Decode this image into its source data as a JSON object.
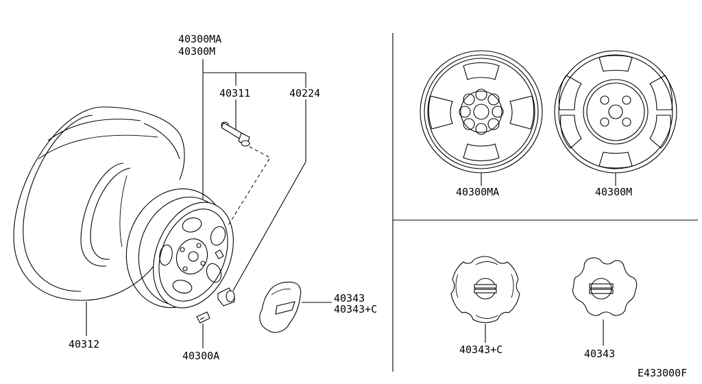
{
  "labels": {
    "p40300MA_top": "40300MA",
    "p40300M_top": "40300M",
    "p40311": "40311",
    "p40224": "40224",
    "p40312": "40312",
    "p40300A": "40300A",
    "p40343_left": "40343",
    "p40343C_left": "40343+C",
    "p40300MA_view": "40300MA",
    "p40300M_view": "40300M",
    "p40343C_view": "40343+C",
    "p40343_view": "40343"
  },
  "diagram_code": "E433000F",
  "icons": [
    "tire",
    "wheel-rim",
    "valve-stem",
    "balance-weight",
    "center-cap",
    "nut"
  ]
}
